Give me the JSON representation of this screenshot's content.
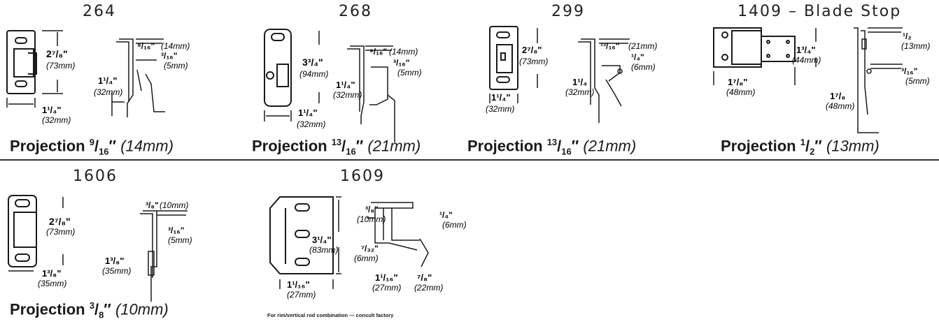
{
  "models": [
    {
      "id": "264",
      "label": "264",
      "projection": "Projection",
      "proj_frac": "9/16″",
      "proj_mm": "(14mm)",
      "dims": {
        "height_in": "2⁷/₈\"",
        "height_mm": "(73mm)",
        "width_in": "1¹/₄\"",
        "width_mm": "(32mm)",
        "offset_in": "1¹/₄\"",
        "offset_mm": "(32mm)",
        "proj_in": "⁹/₁₆\"",
        "proj_mm2": "(14mm)",
        "gap_in": "³/₁₆\"",
        "gap_mm": "(5mm)"
      }
    },
    {
      "id": "268",
      "label": "268",
      "projection": "Projection",
      "proj_frac": "13/16″",
      "proj_mm": "(21mm)",
      "dims": {
        "height_in": "3³/₄\"",
        "height_mm": "(94mm)",
        "width_in": "1¹/₄\"",
        "width_mm": "(32mm)",
        "offset_in": "1¹/₄\"",
        "offset_mm": "(32mm)",
        "proj_in": "⁹/₁₆\"",
        "proj_mm2": "(14mm)",
        "gap_in": "³/₁₆\"",
        "gap_mm": "(5mm)"
      }
    },
    {
      "id": "299",
      "label": "299",
      "projection": "Projection",
      "proj_frac": "13/16″",
      "proj_mm": "(21mm)",
      "dims": {
        "height_in": "2⁷/₈\"",
        "height_mm": "(73mm)",
        "width_in": "1¹/₄\"",
        "width_mm": "(32mm)",
        "offset_in": "1¹/₄",
        "offset_mm": "(32mm)",
        "proj_in": "¹³/₁₆\"",
        "proj_mm2": "(21mm)",
        "gap_in": "¹/₄\"",
        "gap_mm": "(6mm)"
      }
    },
    {
      "id": "1409",
      "label": "1409 – Blade Stop",
      "projection": "Projection",
      "proj_frac": "1/2″",
      "proj_mm": "(13mm)",
      "dims": {
        "height_in": "1³/₄\"",
        "height_mm": "(44mm)",
        "width_in": "1⁷/₈\"",
        "width_mm": "(48mm)",
        "offset_in": "1⁷/₈",
        "offset_mm": "(48mm)",
        "proj_in": "¹/₂",
        "proj_mm2": "(13mm)",
        "gap_in": "³/₁₆\"",
        "gap_mm": "(5mm)"
      }
    },
    {
      "id": "1606",
      "label": "1606",
      "projection": "Projection",
      "proj_frac": "3/8″",
      "proj_mm": "(10mm)",
      "dims": {
        "height_in": "2⁷/₈\"",
        "height_mm": "(73mm)",
        "width_in": "1³/₈\"",
        "width_mm": "(35mm)",
        "offset_in": "1³/₈\"",
        "offset_mm": "(35mm)",
        "proj_in": "³/₈\"",
        "proj_mm2": "(10mm)",
        "gap_in": "³/₁₆\"",
        "gap_mm": "(5mm)"
      }
    },
    {
      "id": "1609",
      "label": "1609",
      "projection": "",
      "proj_frac": "",
      "proj_mm": "",
      "dims": {
        "height_in": "3¹/₄\"",
        "height_mm": "(83mm)",
        "width_in": "1¹/₁₆\"",
        "width_mm": "(27mm)",
        "offset_in": "1¹/₁₆\"",
        "offset_mm": "(27mm)",
        "proj_in": "³/₈\"",
        "proj_mm2": "(10mm)",
        "gap_in": "¹/₄\"",
        "gap_mm": "(6mm)",
        "lip_in": "⁷/₃₂\"",
        "lip_mm": "(6mm)",
        "right_in": "⁷/₈\"",
        "right_mm": "(22mm)"
      }
    }
  ],
  "note": "For rim/vertical rod combination — consult factory",
  "colors": {
    "ink": "#1a1a1a",
    "rule": "#333333"
  }
}
